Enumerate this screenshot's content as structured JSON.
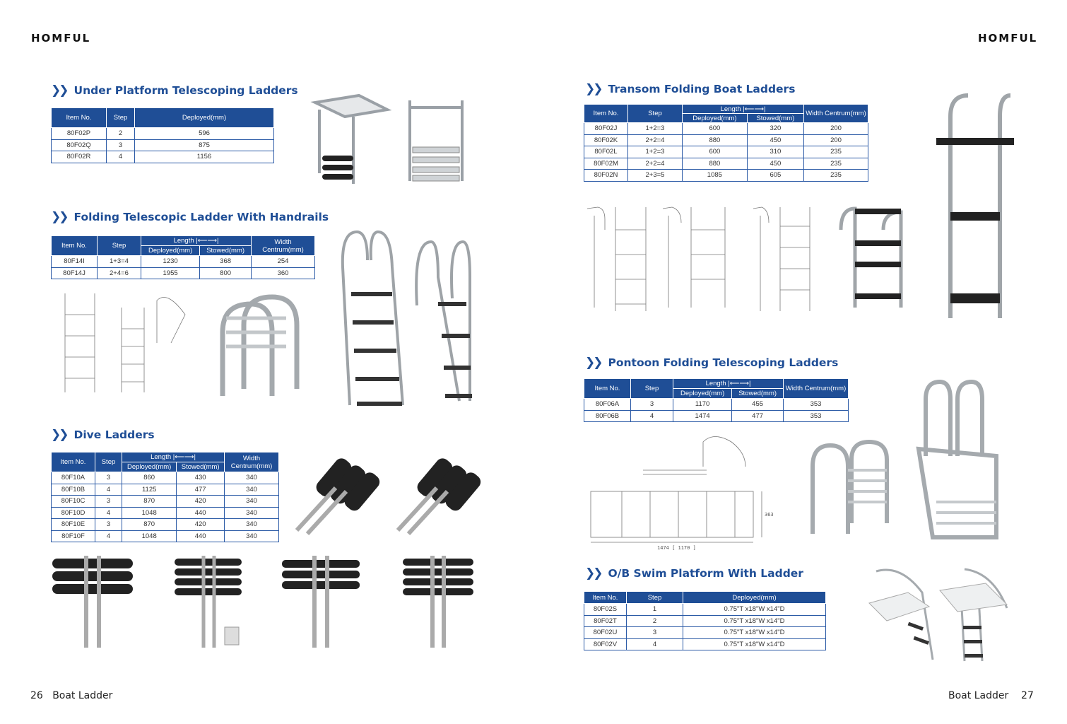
{
  "brand": {
    "left": "HOMFUL",
    "right": "HOMFUL"
  },
  "footer": {
    "left_page": "26",
    "left_label": "Boat Ladder",
    "right_label": "Boat Ladder",
    "right_page": "27"
  },
  "sections": {
    "under_platform": {
      "title": "Under Platform Telescoping Ladders",
      "headers": [
        "Item No.",
        "Step",
        "Deployed(mm)"
      ],
      "rows": [
        [
          "80F02P",
          "2",
          "596"
        ],
        [
          "80F02Q",
          "3",
          "875"
        ],
        [
          "80F02R",
          "4",
          "1156"
        ]
      ]
    },
    "folding_handrails": {
      "title": "Folding Telescopic Ladder With Handrails",
      "headers": {
        "item": "Item No.",
        "step": "Step",
        "length": "Length |⟵⟶|",
        "deployed": "Deployed(mm)",
        "stowed": "Stowed(mm)",
        "width": "Width Centrum(mm)"
      },
      "rows": [
        [
          "80F14I",
          "1+3=4",
          "1230",
          "368",
          "254"
        ],
        [
          "80F14J",
          "2+4=6",
          "1955",
          "800",
          "360"
        ]
      ]
    },
    "dive": {
      "title": "Dive Ladders",
      "headers": {
        "item": "Item No.",
        "step": "Step",
        "length": "Length |⟵⟶|",
        "deployed": "Deployed(mm)",
        "stowed": "Stowed(mm)",
        "width": "Width Centrum(mm)"
      },
      "rows": [
        [
          "80F10A",
          "3",
          "860",
          "430",
          "340"
        ],
        [
          "80F10B",
          "4",
          "1125",
          "477",
          "340"
        ],
        [
          "80F10C",
          "3",
          "870",
          "420",
          "340"
        ],
        [
          "80F10D",
          "4",
          "1048",
          "440",
          "340"
        ],
        [
          "80F10E",
          "3",
          "870",
          "420",
          "340"
        ],
        [
          "80F10F",
          "4",
          "1048",
          "440",
          "340"
        ]
      ]
    },
    "transom": {
      "title": "Transom Folding Boat Ladders",
      "headers": {
        "item": "Item No.",
        "step": "Step",
        "length": "Length |⟵⟶|",
        "deployed": "Deployed(mm)",
        "stowed": "Stowed(mm)",
        "width": "Width Centrum(mm)"
      },
      "rows": [
        [
          "80F02J",
          "1+2=3",
          "600",
          "320",
          "200"
        ],
        [
          "80F02K",
          "2+2=4",
          "880",
          "450",
          "200"
        ],
        [
          "80F02L",
          "1+2=3",
          "600",
          "310",
          "235"
        ],
        [
          "80F02M",
          "2+2=4",
          "880",
          "450",
          "235"
        ],
        [
          "80F02N",
          "2+3=5",
          "1085",
          "605",
          "235"
        ]
      ]
    },
    "pontoon": {
      "title": "Pontoon Folding Telescoping Ladders",
      "headers": {
        "item": "Item No.",
        "step": "Step",
        "length": "Length |⟵⟶|",
        "deployed": "Deployed(mm)",
        "stowed": "Stowed(mm)",
        "width": "Width Centrum(mm)"
      },
      "rows": [
        [
          "80F06A",
          "3",
          "1170",
          "455",
          "353"
        ],
        [
          "80F06B",
          "4",
          "1474",
          "477",
          "353"
        ]
      ]
    },
    "ob_swim": {
      "title": "O/B Swim Platform With Ladder",
      "headers": [
        "Item No.",
        "Step",
        "Deployed(mm)"
      ],
      "rows": [
        [
          "80F02S",
          "1",
          "0.75\"T x18\"W x14\"D"
        ],
        [
          "80F02T",
          "2",
          "0.75\"T x18\"W x14\"D"
        ],
        [
          "80F02U",
          "3",
          "0.75\"T x18\"W x14\"D"
        ],
        [
          "80F02V",
          "4",
          "0.75\"T x18\"W x14\"D"
        ]
      ]
    }
  },
  "drawings": {
    "pontoon_dim_a": "363",
    "pontoon_dim_b": "1474 [ 1170 ]"
  }
}
